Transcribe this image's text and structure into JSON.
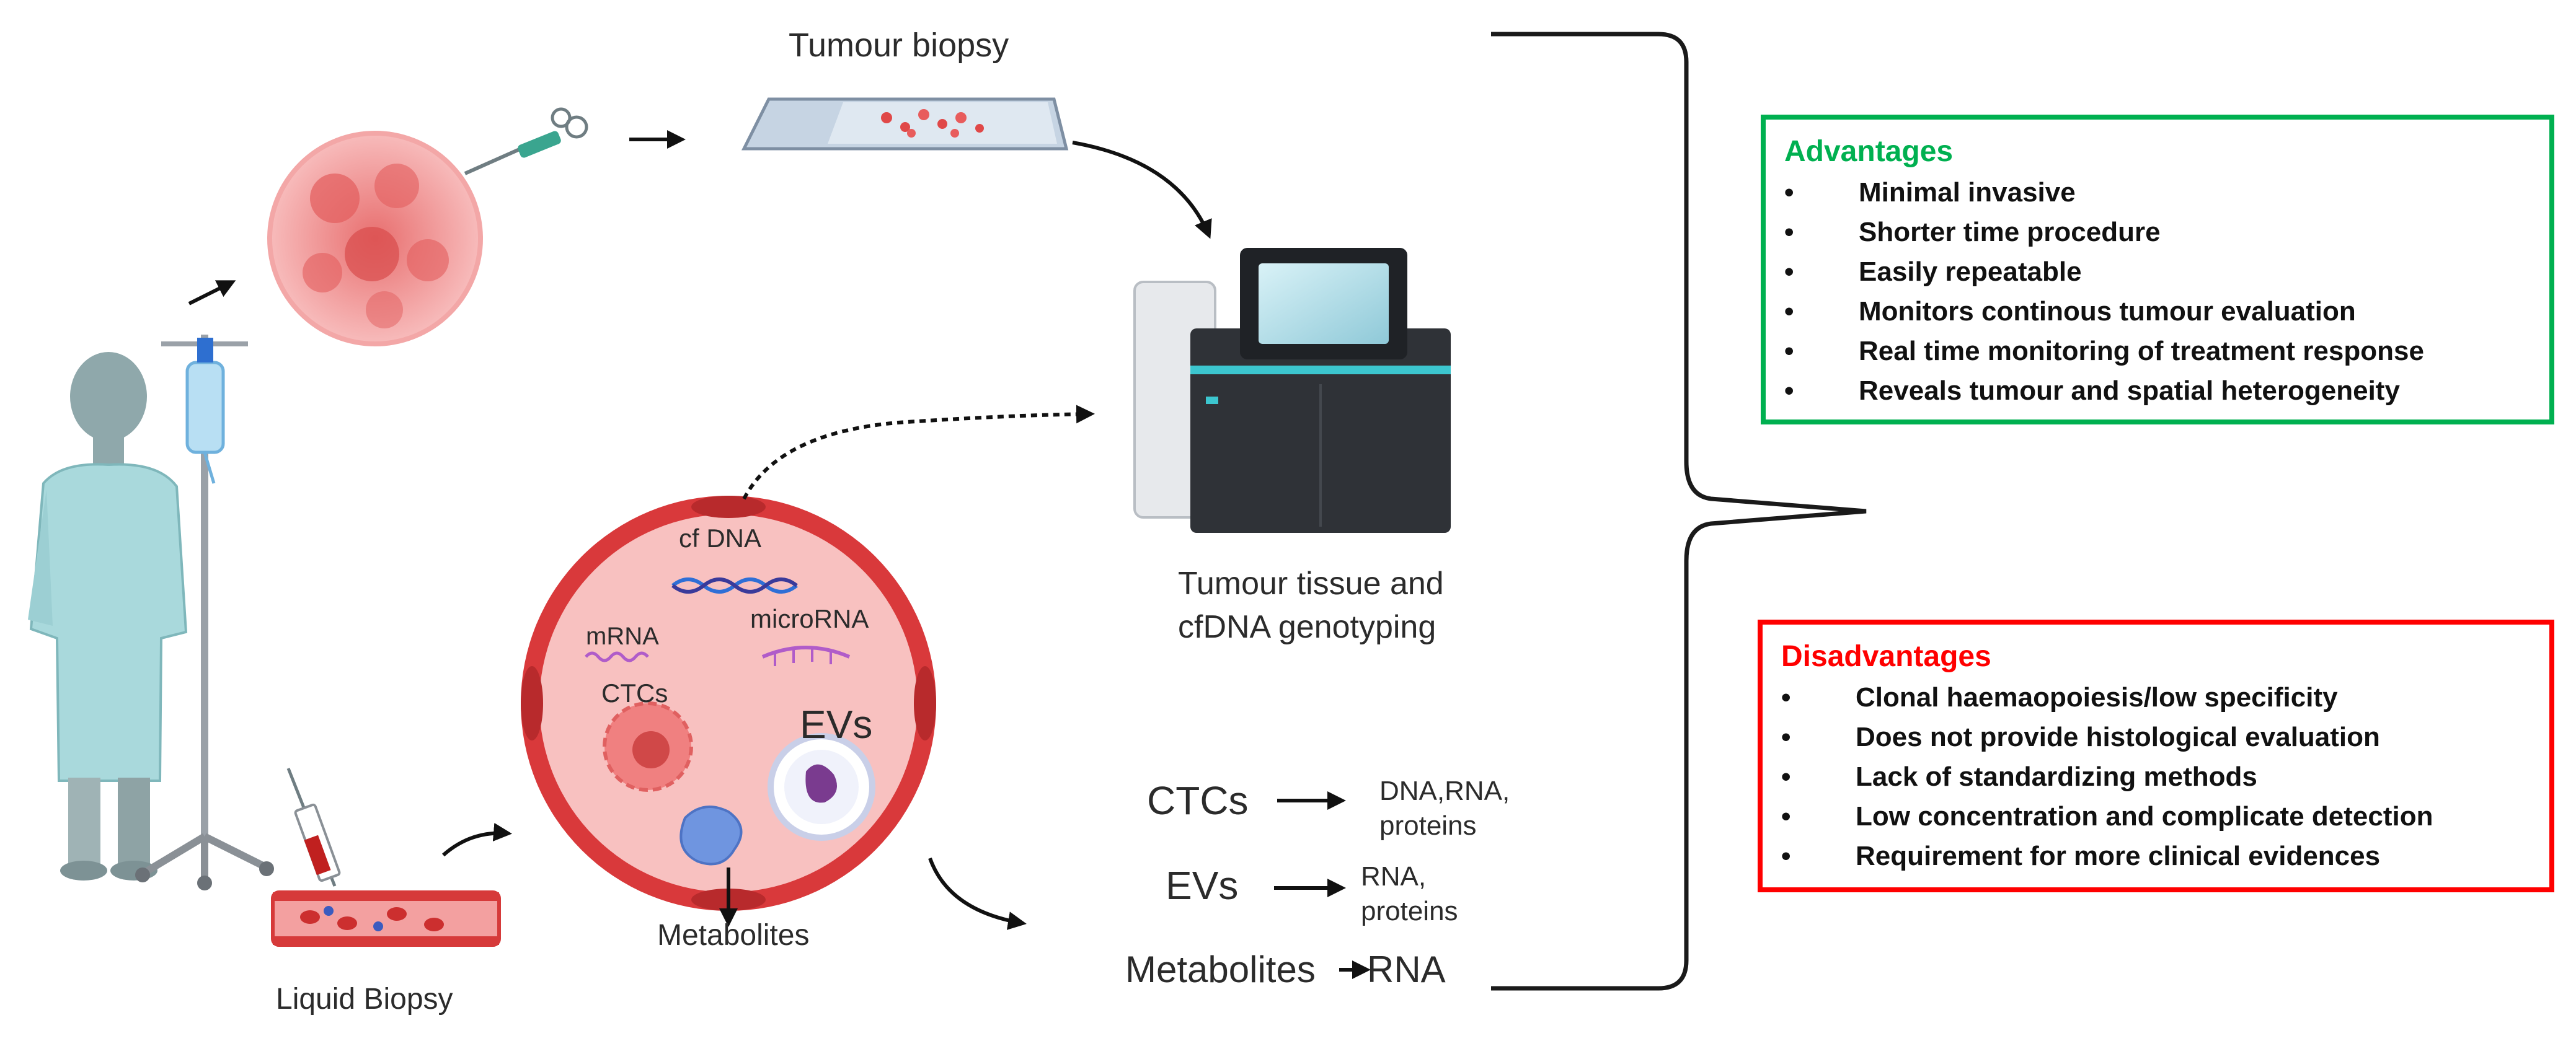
{
  "labels": {
    "tumour_biopsy": "Tumour biopsy",
    "genotyping_line1": "Tumour tissue and",
    "genotyping_line2": "cfDNA genotyping",
    "liquid_biopsy": "Liquid Biopsy",
    "metabolites_bottom": "Metabolites",
    "cf_dna": "cf DNA",
    "mrna": "mRNA",
    "microrna": "microRNA",
    "ctcs_vessel": "CTCs",
    "evs_vessel": "EVs"
  },
  "flows": [
    {
      "source": "CTCs",
      "target_line1": "DNA,RNA,",
      "target_line2": "proteins"
    },
    {
      "source": "EVs",
      "target_line1": "RNA,",
      "target_line2": "proteins"
    },
    {
      "source": "Metabolites",
      "target_line1": "RNA",
      "target_line2": ""
    }
  ],
  "advantages": {
    "title": "Advantages",
    "color": "#00b050",
    "items": [
      "Minimal invasive",
      "Shorter time procedure",
      "Easily repeatable",
      "Monitors continous tumour evaluation",
      "Real time monitoring of treatment response",
      "Reveals tumour and spatial heterogeneity"
    ]
  },
  "disadvantages": {
    "title": "Disadvantages",
    "color": "#ff0000",
    "items": [
      "Clonal haemaopoiesis/low specificity",
      "Does not provide histological evaluation",
      "Lack of standardizing methods",
      "Low concentration and complicate  detection",
      "Requirement for more clinical evidences"
    ]
  },
  "bullet_char": "•",
  "colors": {
    "vessel_wall": "#d9393b",
    "vessel_inner": "#f8c1c0",
    "tumour": "#f28b8b",
    "patient_gown": "#a9d9dc",
    "sequencer_body": "#2f3237"
  }
}
